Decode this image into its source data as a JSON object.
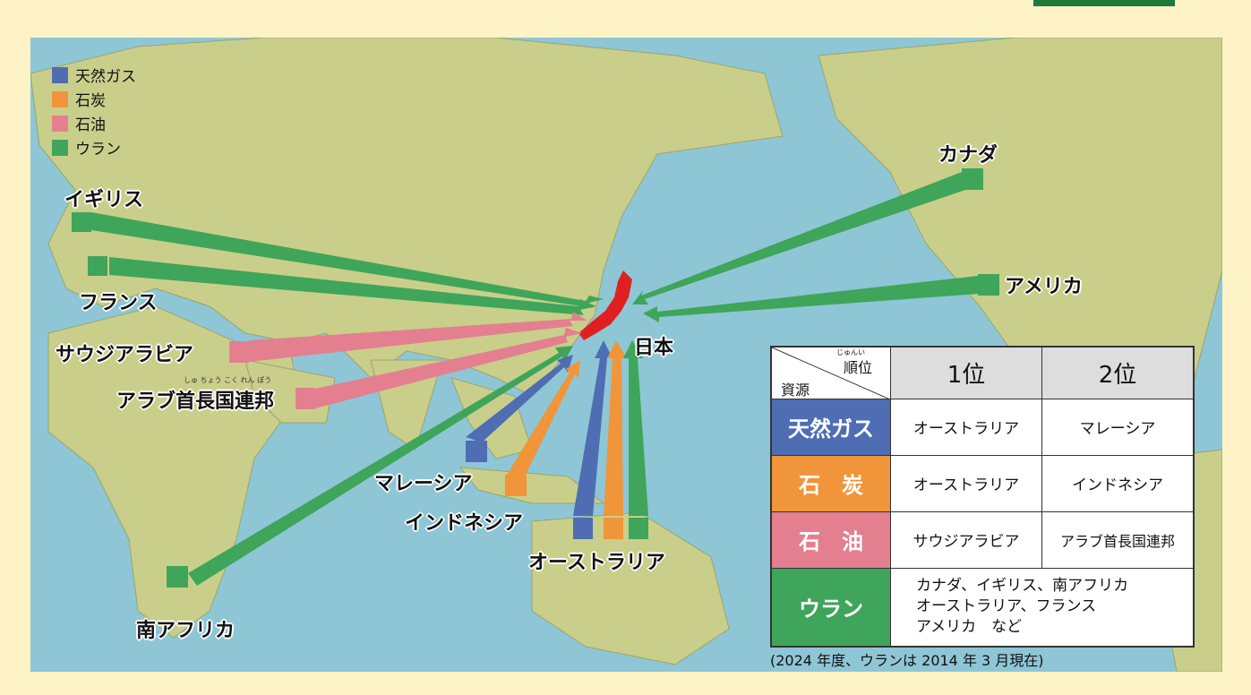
{
  "legend": [
    {
      "label": "天然ガス",
      "color": "#4f6db3"
    },
    {
      "label": "石炭",
      "color": "#f0953a"
    },
    {
      "label": "石油",
      "color": "#e47f90"
    },
    {
      "label": "ウラン",
      "color": "#3fa55a"
    }
  ],
  "labels": {
    "japan": "日本",
    "uk": "イギリス",
    "france": "フランス",
    "saudi": "サウジアラビア",
    "uae": "アラブ首長国連邦",
    "uae_ruby": "しゅ ちょう こく  れん  ぽう",
    "south_africa": "南アフリカ",
    "malaysia": "マレーシア",
    "indonesia": "インドネシア",
    "australia": "オーストラリア",
    "canada": "カナダ",
    "usa": "アメリカ"
  },
  "table": {
    "header_resource": "資源",
    "header_rank": "順位",
    "header_rank_ruby": "じゅんい",
    "col1": "1位",
    "col2": "2位",
    "rows": [
      {
        "resource": "天然ガス",
        "color": "#4f6db3",
        "first": "オーストラリア",
        "second": "マレーシア"
      },
      {
        "resource": "石　炭",
        "color": "#f0953a",
        "first": "オーストラリア",
        "second": "インドネシア"
      },
      {
        "resource": "石　油",
        "color": "#e47f90",
        "first": "サウジアラビア",
        "second": "アラブ首長国連邦"
      }
    ],
    "uranium": {
      "resource": "ウラン",
      "color": "#3fa55a",
      "lines": [
        "カナダ、イギリス、南アフリカ",
        "オーストラリア、フランス",
        "アメリカ　など"
      ]
    }
  },
  "note": "(2024 年度、ウランは 2014 年 3 月現在)"
}
